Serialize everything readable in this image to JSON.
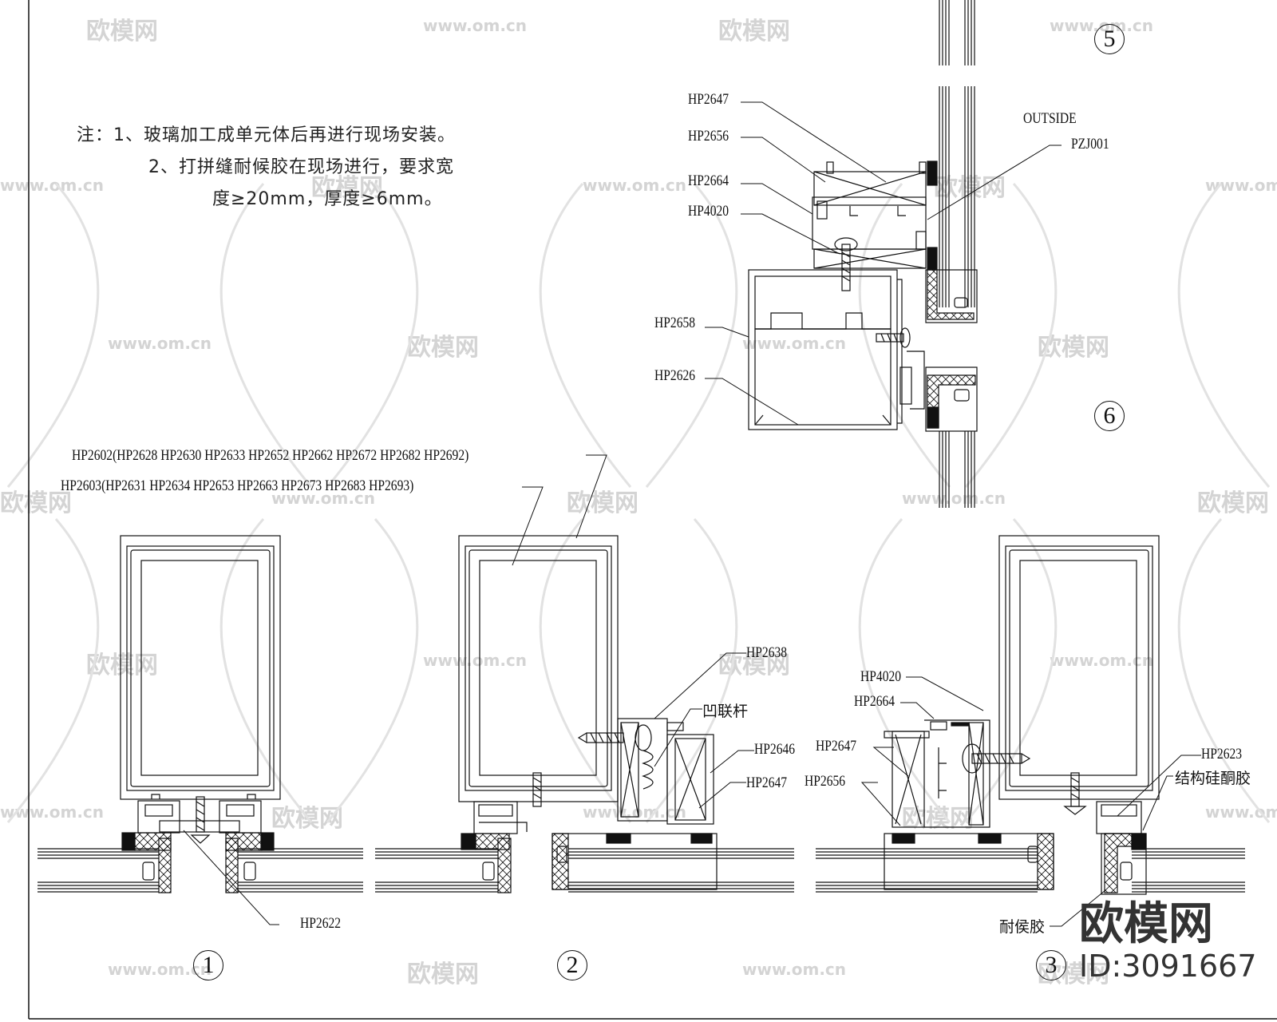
{
  "notes": {
    "line1": "注：1、玻璃加工成单元体后再进行现场安装。",
    "line2": "2、打拼缝耐候胶在现场进行，要求宽",
    "line3": "度≥20mm，厚度≥6mm。"
  },
  "detail5": {
    "marker": "5",
    "outside_label": "OUTSIDE",
    "labels": [
      "HP2647",
      "HP2656",
      "HP2664",
      "HP4020",
      "PZJ001"
    ]
  },
  "detail6": {
    "marker": "6",
    "labels": [
      "HP2658",
      "HP2626"
    ]
  },
  "profile_list": {
    "line1": "HP2602(HP2628 HP2630 HP2633 HP2652 HP2662 HP2672 HP2682 HP2692)",
    "line2": "HP2603(HP2631 HP2634 HP2653 HP2663 HP2673 HP2683 HP2693)"
  },
  "detail1": {
    "marker": "1",
    "labels": [
      "HP2622"
    ]
  },
  "detail2": {
    "marker": "2",
    "labels": [
      "HP2638",
      "凹联杆",
      "HP2646",
      "HP2647"
    ]
  },
  "detail3": {
    "marker": "3",
    "labels": [
      "HP4020",
      "HP2664",
      "HP2647",
      "HP2656",
      "HP2623",
      "结构硅酮胶",
      "耐侯胶"
    ]
  },
  "watermarks": {
    "brand": "欧模网",
    "url": "www.om.cn",
    "id": "ID:3091667"
  },
  "colors": {
    "line": "#111111",
    "watermark": "#d4d4d4",
    "fill_black": "#111111"
  }
}
